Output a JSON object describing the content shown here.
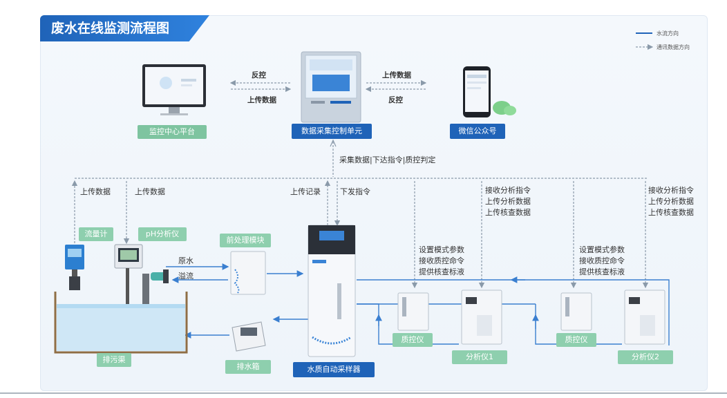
{
  "title": "废水在线监测流程图",
  "legend": {
    "water_flow": "水流方向",
    "data_flow": "通讯数据方向"
  },
  "nodes": {
    "monitor_platform": "监控中心平台",
    "data_unit": "数据采集控制单元",
    "wechat": "微信公众号",
    "flowmeter": "流量计",
    "ph_meter": "pH分析仪",
    "pretreat": "前处理模块",
    "drain_channel": "排污渠",
    "drain_box": "排水箱",
    "sampler": "水质自动采样器",
    "qc1": "质控仪",
    "qc2": "质控仪",
    "analyzer1": "分析仪1",
    "analyzer2": "分析仪2"
  },
  "labels": {
    "control_left": "反控",
    "upload_left": "上传数据",
    "upload_right": "上传数据",
    "control_right": "反控",
    "collect": "采集数据|下达指令|质控判定",
    "upload_flow": "上传数据",
    "upload_ph": "上传数据",
    "upload_record": "上传记录",
    "issue_cmd": "下发指令",
    "raw_water": "原水",
    "overflow": "溢流",
    "qc_cmds_1": [
      "设置模式参数",
      "接收质控命令",
      "提供核查标液"
    ],
    "qc_cmds_2": [
      "设置模式参数",
      "接收质控命令",
      "提供核查标液"
    ],
    "an_cmds_1": [
      "接收分析指令",
      "上传分析数据",
      "上传核查数据"
    ],
    "an_cmds_2": [
      "接收分析指令",
      "上传分析数据",
      "上传核查数据"
    ]
  },
  "colors": {
    "accent_blue": "#1f63b8",
    "label_green": "#7ec4a0",
    "water": "#3a7fd0",
    "data_line": "#8a9aaa"
  }
}
